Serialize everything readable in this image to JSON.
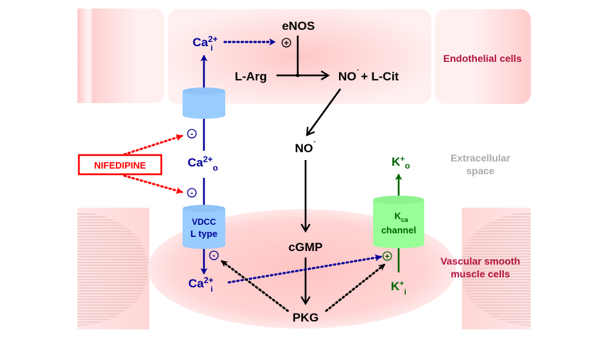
{
  "colors": {
    "black": "#000000",
    "blue": "#000099",
    "red": "#ff0000",
    "green": "#006600",
    "crimson": "#b0103a",
    "grey": "#aaaaaa",
    "cyl_blue": "#99ccff",
    "cyl_green": "#99ff99"
  },
  "regions": {
    "endothelial": "Endothelial cells",
    "extracellular_1": "Extracellular",
    "extracellular_2": "space",
    "vsmc_1": "Vascular smooth",
    "vsmc_2": "muscle cells"
  },
  "nodes": {
    "enos": "eNOS",
    "larg": "L-Arg",
    "no_product": "NO",
    "no_product_dot": "˙",
    "lcit": "+ L-Cit",
    "no_mid": "NO",
    "no_mid_dot": "˙",
    "cgmp": "cGMP",
    "pkg": "PKG",
    "ca": "Ca",
    "ca_sup": "2+",
    "ca_top_sub": "i",
    "ca_o_sub": "o",
    "ca_bottom_sub": "i",
    "k": "K",
    "k_sup": "+",
    "k_o_sub": "o",
    "k_i_sub": "i"
  },
  "channels": {
    "vdcc_line1": "VDCC",
    "vdcc_line2": "L type",
    "kca_k": "K",
    "kca_sub": "ca",
    "kca_line2": "channel"
  },
  "drug": {
    "name": "NIFEDIPINE"
  },
  "signs": {
    "plus": "+",
    "minus": "-"
  }
}
